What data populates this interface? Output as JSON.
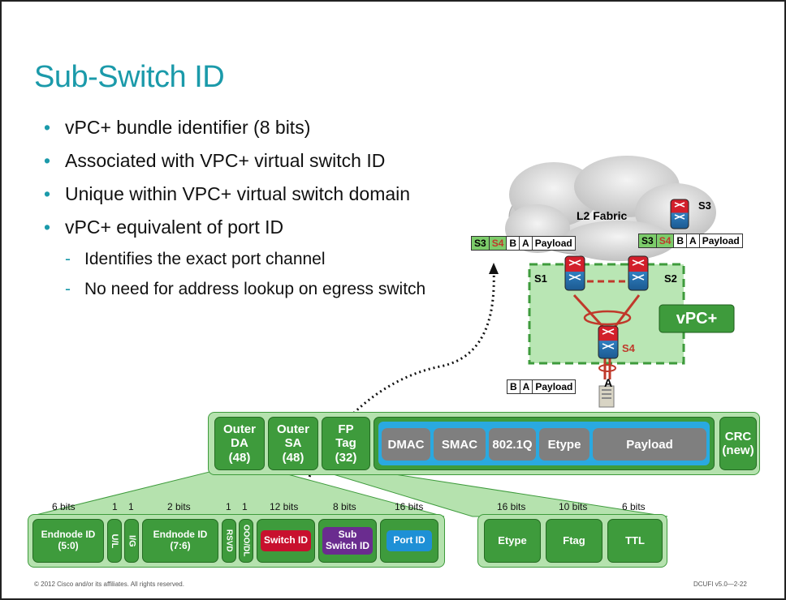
{
  "slide": {
    "title": "Sub-Switch ID",
    "bullets": [
      "vPC+ bundle identifier (8 bits)",
      "Associated with VPC+ virtual switch ID",
      "Unique within VPC+ virtual switch domain",
      "vPC+ equivalent of port ID"
    ],
    "sub_bullets": [
      "Identifies the exact port channel",
      "No need for address lookup on egress switch"
    ],
    "bullet_marker": "•",
    "sub_marker": "-"
  },
  "topology": {
    "cloud_label": "L2 Fabric",
    "switches": {
      "s1": "S1",
      "s2": "S2",
      "s3": "S3",
      "s4": "S4"
    },
    "vpc_label": "vPC+",
    "host_label": "A",
    "frame_left": [
      "S3",
      "S4",
      "B",
      "A",
      "Payload"
    ],
    "frame_right": [
      "S3",
      "S4",
      "B",
      "A",
      "Payload"
    ],
    "frame_bottom": [
      "B",
      "A",
      "Payload"
    ]
  },
  "frame_header": {
    "outer_da": [
      "Outer",
      "DA",
      "(48)"
    ],
    "outer_sa": [
      "Outer",
      "SA",
      "(48)"
    ],
    "fp_tag": [
      "FP",
      "Tag",
      "(32)"
    ],
    "inner": [
      "DMAC",
      "SMAC",
      "802.1Q",
      "Etype",
      "Payload"
    ],
    "crc": [
      "CRC",
      "(new)"
    ]
  },
  "da_fields": {
    "bits": [
      "6 bits",
      "1",
      "1",
      "2 bits",
      "1",
      "1",
      "12 bits",
      "8 bits",
      "16 bits"
    ],
    "fields": {
      "endnode_lo": [
        "Endnode ID",
        "(5:0)"
      ],
      "ul": "U/L",
      "ig": "I/G",
      "endnode_hi": [
        "Endnode ID",
        "(7:6)"
      ],
      "rsvd": "RSVD",
      "ooodl": "OOO/DL",
      "switch_id": "Switch ID",
      "sub_switch_id": [
        "Sub",
        "Switch ID"
      ],
      "port_id": "Port ID"
    }
  },
  "tag_fields": {
    "bits": [
      "16 bits",
      "10 bits",
      "6 bits"
    ],
    "fields": [
      "Etype",
      "Ftag",
      "TTL"
    ]
  },
  "colors": {
    "title": "#1b9aaa",
    "green": "#3e9b3c",
    "switch_id": "#c8102e",
    "sub_switch_id": "#6a2c8f",
    "port_id": "#1e90d6",
    "inner_bg": "#2aa9e0"
  },
  "footer": {
    "copyright": "© 2012 Cisco and/or its affiliates. All rights reserved.",
    "code": "DCUFI v5.0—2-22"
  }
}
